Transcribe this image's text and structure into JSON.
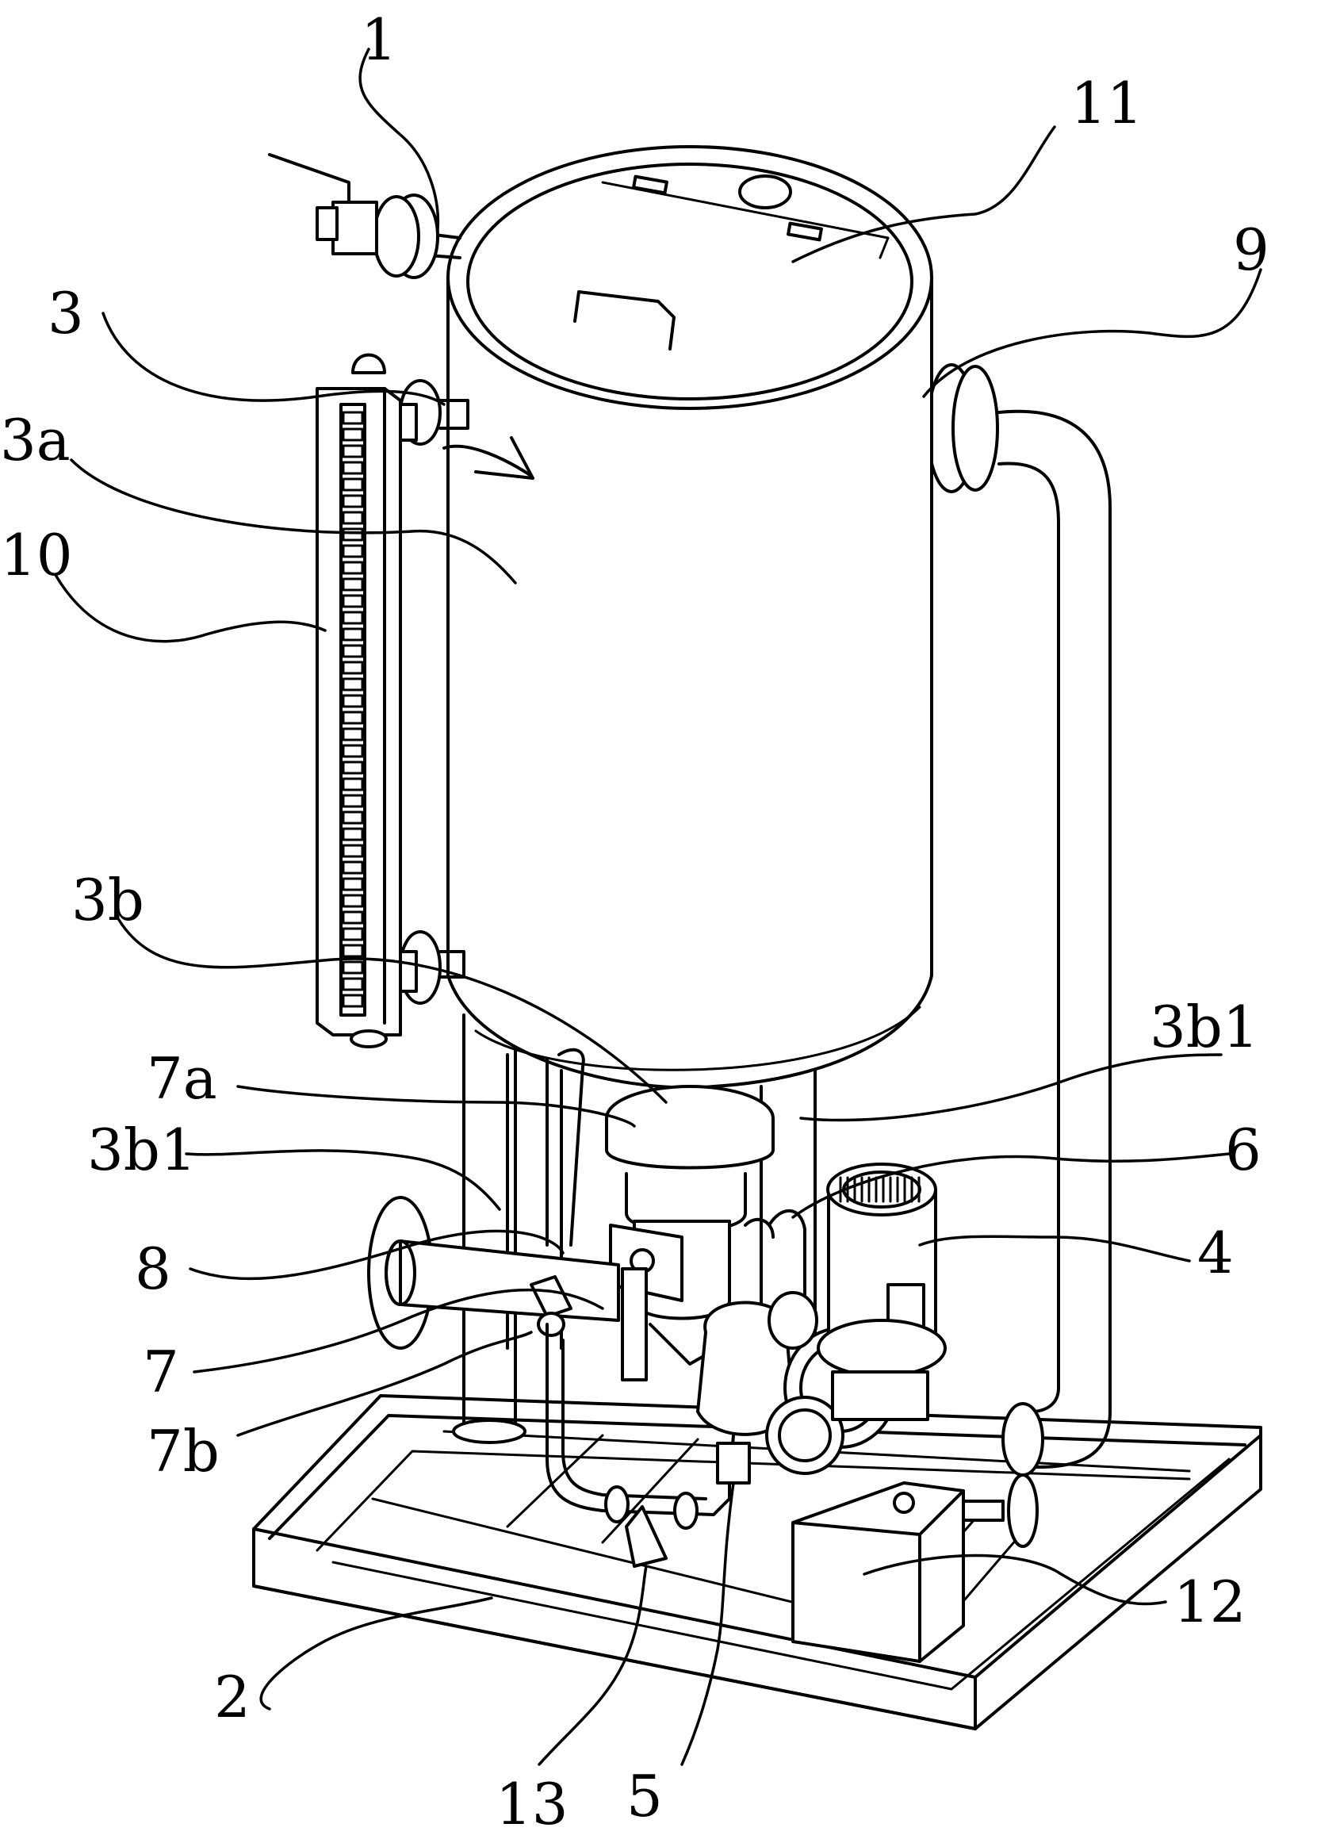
{
  "callouts": [
    {
      "id": "1",
      "label": "1"
    },
    {
      "id": "11",
      "label": "11"
    },
    {
      "id": "9",
      "label": "9"
    },
    {
      "id": "3",
      "label": "3"
    },
    {
      "id": "3a",
      "label": "3a"
    },
    {
      "id": "10",
      "label": "10"
    },
    {
      "id": "3b",
      "label": "3b"
    },
    {
      "id": "3b1-right",
      "label": "3b1"
    },
    {
      "id": "7a",
      "label": "7a"
    },
    {
      "id": "6",
      "label": "6"
    },
    {
      "id": "3b1-left",
      "label": "3b1"
    },
    {
      "id": "4",
      "label": "4"
    },
    {
      "id": "8",
      "label": "8"
    },
    {
      "id": "7",
      "label": "7"
    },
    {
      "id": "7b",
      "label": "7b"
    },
    {
      "id": "12",
      "label": "12"
    },
    {
      "id": "2",
      "label": "2"
    },
    {
      "id": "13",
      "label": "13"
    },
    {
      "id": "5",
      "label": "5"
    }
  ]
}
